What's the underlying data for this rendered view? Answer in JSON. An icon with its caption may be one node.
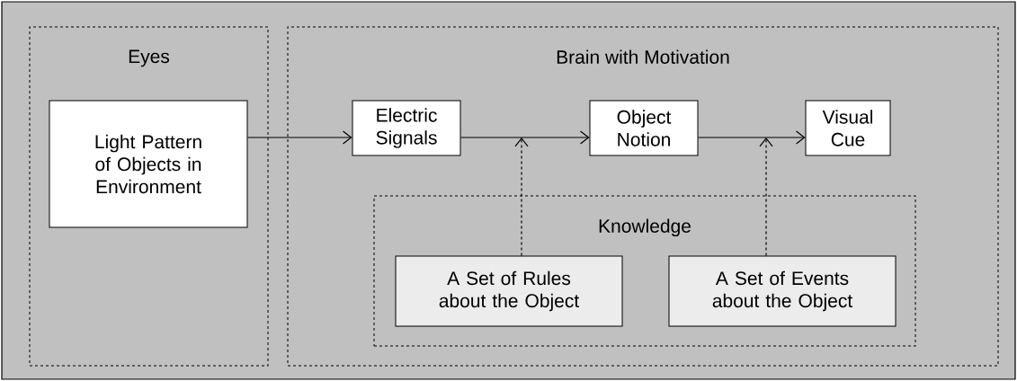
{
  "diagram": {
    "nodes": [
      {
        "text": [
          "Eyes"
        ]
      },
      {
        "text": [
          "Light Pattern of Objects in Environment"
        ],
        "in": 0
      },
      {
        "text": [
          "Brain with Motivation"
        ]
      },
      {
        "text": [
          "Electric Signals"
        ],
        "in": 2
      },
      {
        "text": [
          "Object Notion"
        ],
        "in": 2
      },
      {
        "text": [
          "Visual Cue"
        ],
        "in": 2
      },
      {
        "text": [
          "Knowledge"
        ],
        "in": 2
      },
      {
        "text": [
          "A Set of Rules about the Object"
        ],
        "in": 6
      },
      {
        "text": [
          "A Set of Events about the Object"
        ],
        "in": 6
      }
    ],
    "edges": [
      {
        "from": 1,
        "to": 3,
        "arrow": "to"
      },
      {
        "from": 3,
        "to": 4,
        "arrow": "to"
      },
      {
        "from": 4,
        "to": 5,
        "arrow": "to"
      },
      {
        "from": 7,
        "to": null,
        "arrow": "to",
        "style": "dashed"
      },
      {
        "from": 8,
        "to": null,
        "arrow": "to",
        "style": "dashed"
      }
    ]
  }
}
